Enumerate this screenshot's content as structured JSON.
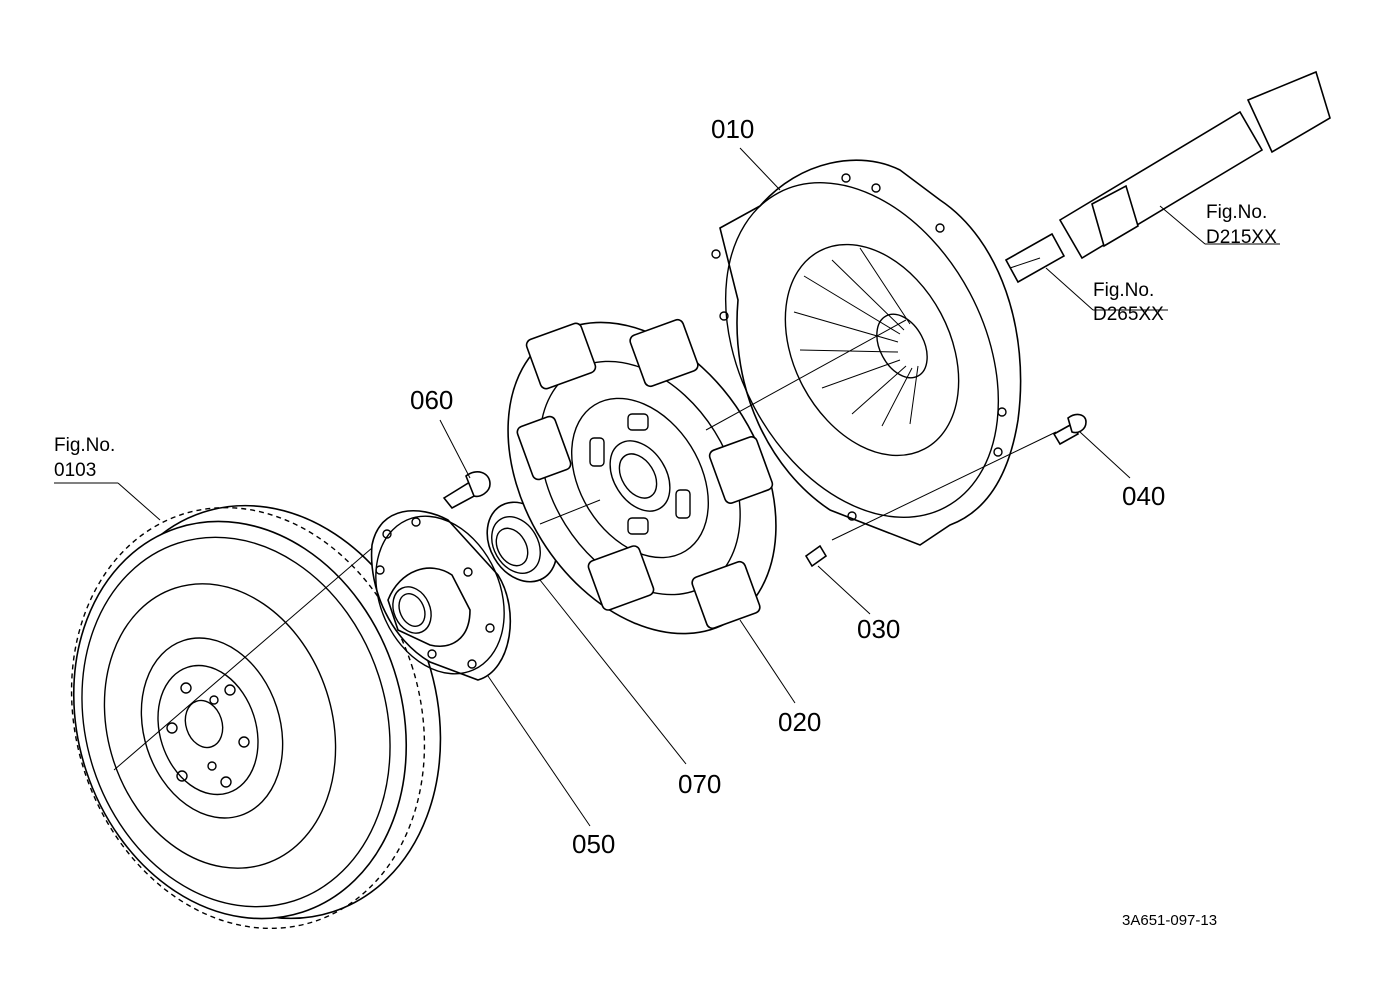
{
  "parts": {
    "p010": "010",
    "p020": "020",
    "p030": "030",
    "p040": "040",
    "p050": "050",
    "p060": "060",
    "p070": "070"
  },
  "figure_refs": {
    "ref_0103": {
      "caption": "Fig.No.",
      "number": "0103"
    },
    "ref_d265": {
      "caption": "Fig.No.",
      "number": "D265XX"
    },
    "ref_d215": {
      "caption": "Fig.No.",
      "number": "D215XX"
    }
  },
  "drawing_code": "3A651-097-13"
}
